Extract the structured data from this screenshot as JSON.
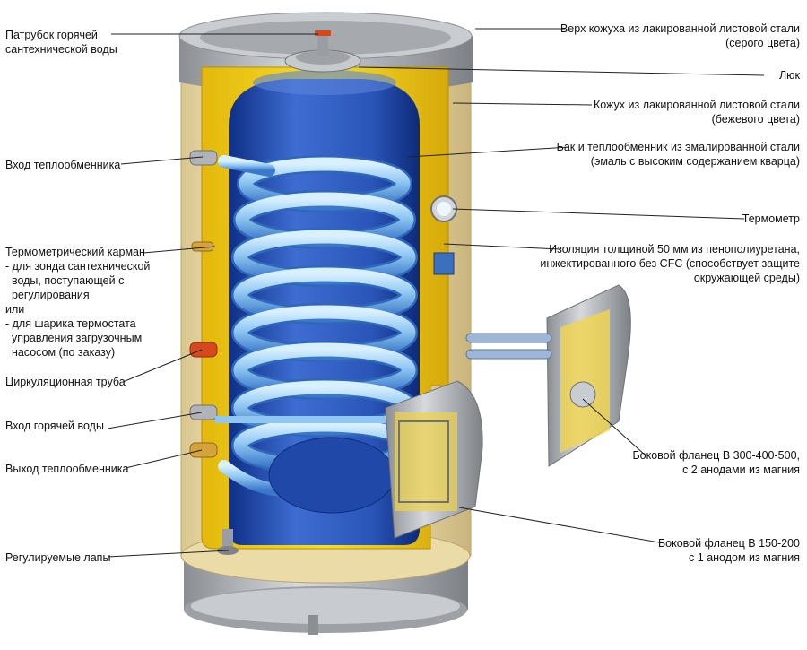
{
  "colors": {
    "casing_beige": "#f1e2b2",
    "casing_top_grey": "#b9bcc0",
    "insulation_yellow": "#f3d21a",
    "tank_blue": "#2a55b8",
    "coil_blue": "#8fc7f2",
    "leader_line": "#222222"
  },
  "labels": {
    "hot_water_outlet": [
      "Патрубок горячей",
      "сантехнической воды"
    ],
    "heat_exchanger_inlet": [
      "Вход теплообменника"
    ],
    "thermo_pocket": [
      "Термометрический карман",
      "- для зонда сантехнической",
      "  воды, поступающей с",
      "  регулирования",
      "или",
      "- для шарика термостата",
      "  управления загрузочным",
      "  насосом (по заказу)"
    ],
    "circulation_pipe": [
      "Циркуляционная труба"
    ],
    "hot_water_inlet": [
      "Вход горячей воды"
    ],
    "heat_exchanger_outlet": [
      "Выход теплообменника"
    ],
    "adjustable_feet": [
      "Регулируемые лапы"
    ],
    "casing_top": [
      "Верх кожуха из лакированной листовой стали",
      "(серого цвета)"
    ],
    "hatch": [
      "Люк"
    ],
    "casing": [
      "Кожух из лакированной листовой стали",
      "(бежевого цвета)"
    ],
    "tank": [
      "Бак и теплообменник из эмалированной стали",
      "(эмаль с высоким содержанием кварца)"
    ],
    "thermometer": [
      "Термометр"
    ],
    "insulation": [
      "Изоляция толщиной 50 мм из пенополиуретана,",
      "инжектированного без CFC (способствует защите",
      "окружающей среды)"
    ],
    "side_flange_large": [
      "Боковой фланец В 300-400-500,",
      "с 2 анодами из магния"
    ],
    "side_flange_small": [
      "Боковой фланец В 150-200",
      "с 1 анодом из магния"
    ]
  }
}
